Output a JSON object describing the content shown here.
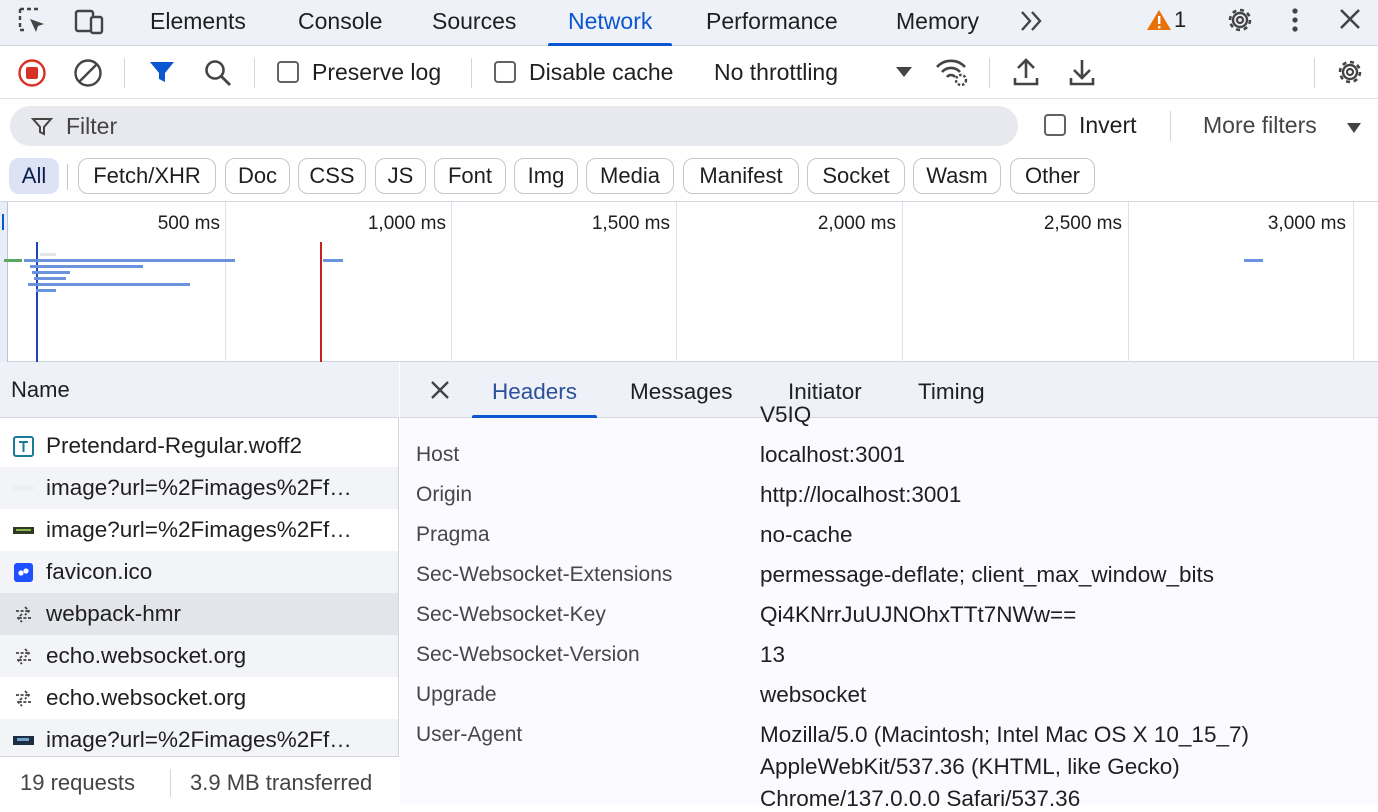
{
  "tabs": {
    "elements": "Elements",
    "console": "Console",
    "sources": "Sources",
    "network": "Network",
    "performance": "Performance",
    "memory": "Memory",
    "warnings_count": "1"
  },
  "toolbar": {
    "preserve_log": "Preserve log",
    "disable_cache": "Disable cache",
    "throttling": "No throttling"
  },
  "filter": {
    "placeholder": "Filter",
    "invert": "Invert",
    "more_filters": "More filters"
  },
  "chips": [
    "All",
    "Fetch/XHR",
    "Doc",
    "CSS",
    "JS",
    "Font",
    "Img",
    "Media",
    "Manifest",
    "Socket",
    "Wasm",
    "Other"
  ],
  "overview": {
    "ticks": [
      "500 ms",
      "1,000 ms",
      "1,500 ms",
      "2,000 ms",
      "2,500 ms",
      "3,000 ms"
    ]
  },
  "list": {
    "header": "Name",
    "rows": [
      {
        "name": "Pretendard-Regular.woff2",
        "icon": "font-file-icon"
      },
      {
        "name": "image?url=%2Fimages%2Ff…",
        "icon": "image-thumb-icon"
      },
      {
        "name": "image?url=%2Fimages%2Ff…",
        "icon": "image-thumb-icon"
      },
      {
        "name": "favicon.ico",
        "icon": "favicon-icon"
      },
      {
        "name": "webpack-hmr",
        "icon": "websocket-icon"
      },
      {
        "name": "echo.websocket.org",
        "icon": "websocket-icon"
      },
      {
        "name": "echo.websocket.org",
        "icon": "websocket-icon"
      },
      {
        "name": "image?url=%2Fimages%2Ff…",
        "icon": "image-thumb-icon"
      }
    ],
    "requests": "19 requests",
    "transferred": "3.9 MB transferred"
  },
  "details": {
    "tabs": {
      "headers": "Headers",
      "messages": "Messages",
      "initiator": "Initiator",
      "timing": "Timing"
    },
    "clipped_value": "V5IQ",
    "headers": [
      {
        "name": "Host",
        "value": "localhost:3001"
      },
      {
        "name": "Origin",
        "value": "http://localhost:3001"
      },
      {
        "name": "Pragma",
        "value": "no-cache"
      },
      {
        "name": "Sec-Websocket-Extensions",
        "value": "permessage-deflate; client_max_window_bits"
      },
      {
        "name": "Sec-Websocket-Key",
        "value": "Qi4KNrrJuUJNOhxTTt7NWw=="
      },
      {
        "name": "Sec-Websocket-Version",
        "value": "13"
      },
      {
        "name": "Upgrade",
        "value": "websocket"
      },
      {
        "name": "User-Agent",
        "value": "Mozilla/5.0 (Macintosh; Intel Mac OS X 10_15_7)",
        "value2": "AppleWebKit/537.36 (KHTML, like Gecko)",
        "value3": "Chrome/137.0.0.0 Safari/537.36"
      }
    ]
  }
}
